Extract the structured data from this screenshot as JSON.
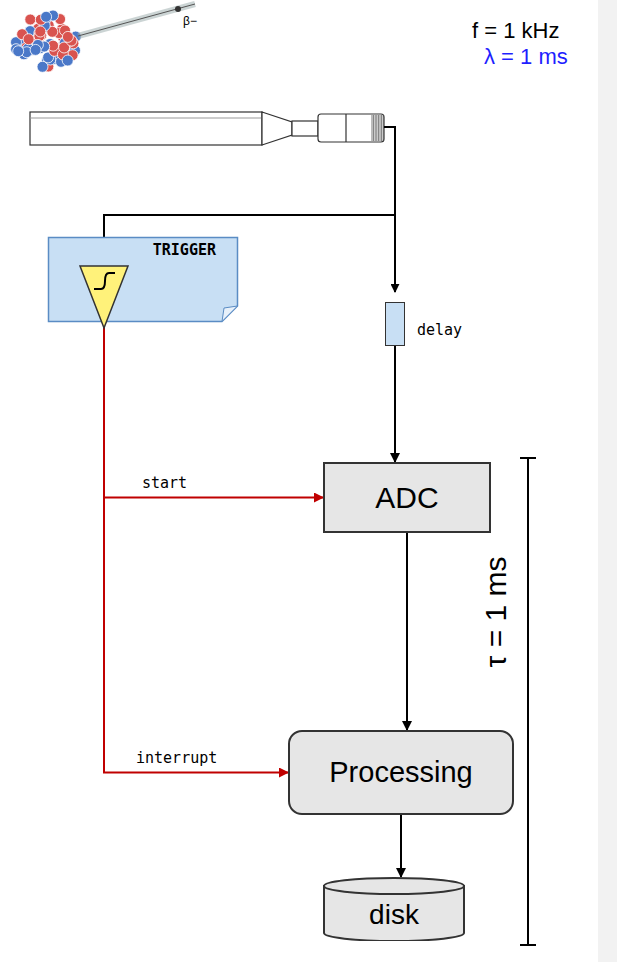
{
  "diagram": {
    "nodes": [
      {
        "text": [
          "TRIGGER"
        ]
      },
      {
        "text": [
          "delay"
        ]
      },
      {
        "text": [
          "ADC"
        ]
      },
      {
        "text": [
          "Processing"
        ]
      },
      {
        "text": [
          "disk"
        ]
      }
    ],
    "edges": [
      {
        "from": 0,
        "to": 2,
        "label": "start",
        "arrow": "to"
      },
      {
        "from": 0,
        "to": 3,
        "label": "interrupt",
        "arrow": "to"
      },
      {
        "from": 1,
        "to": 2,
        "arrow": "to"
      },
      {
        "from": 2,
        "to": 3,
        "arrow": "to"
      },
      {
        "from": 3,
        "to": 4,
        "arrow": "to"
      }
    ],
    "labels": [
      "f = 1 kHz",
      "λ = 1 ms",
      "β−",
      "τ = 1 ms"
    ]
  }
}
